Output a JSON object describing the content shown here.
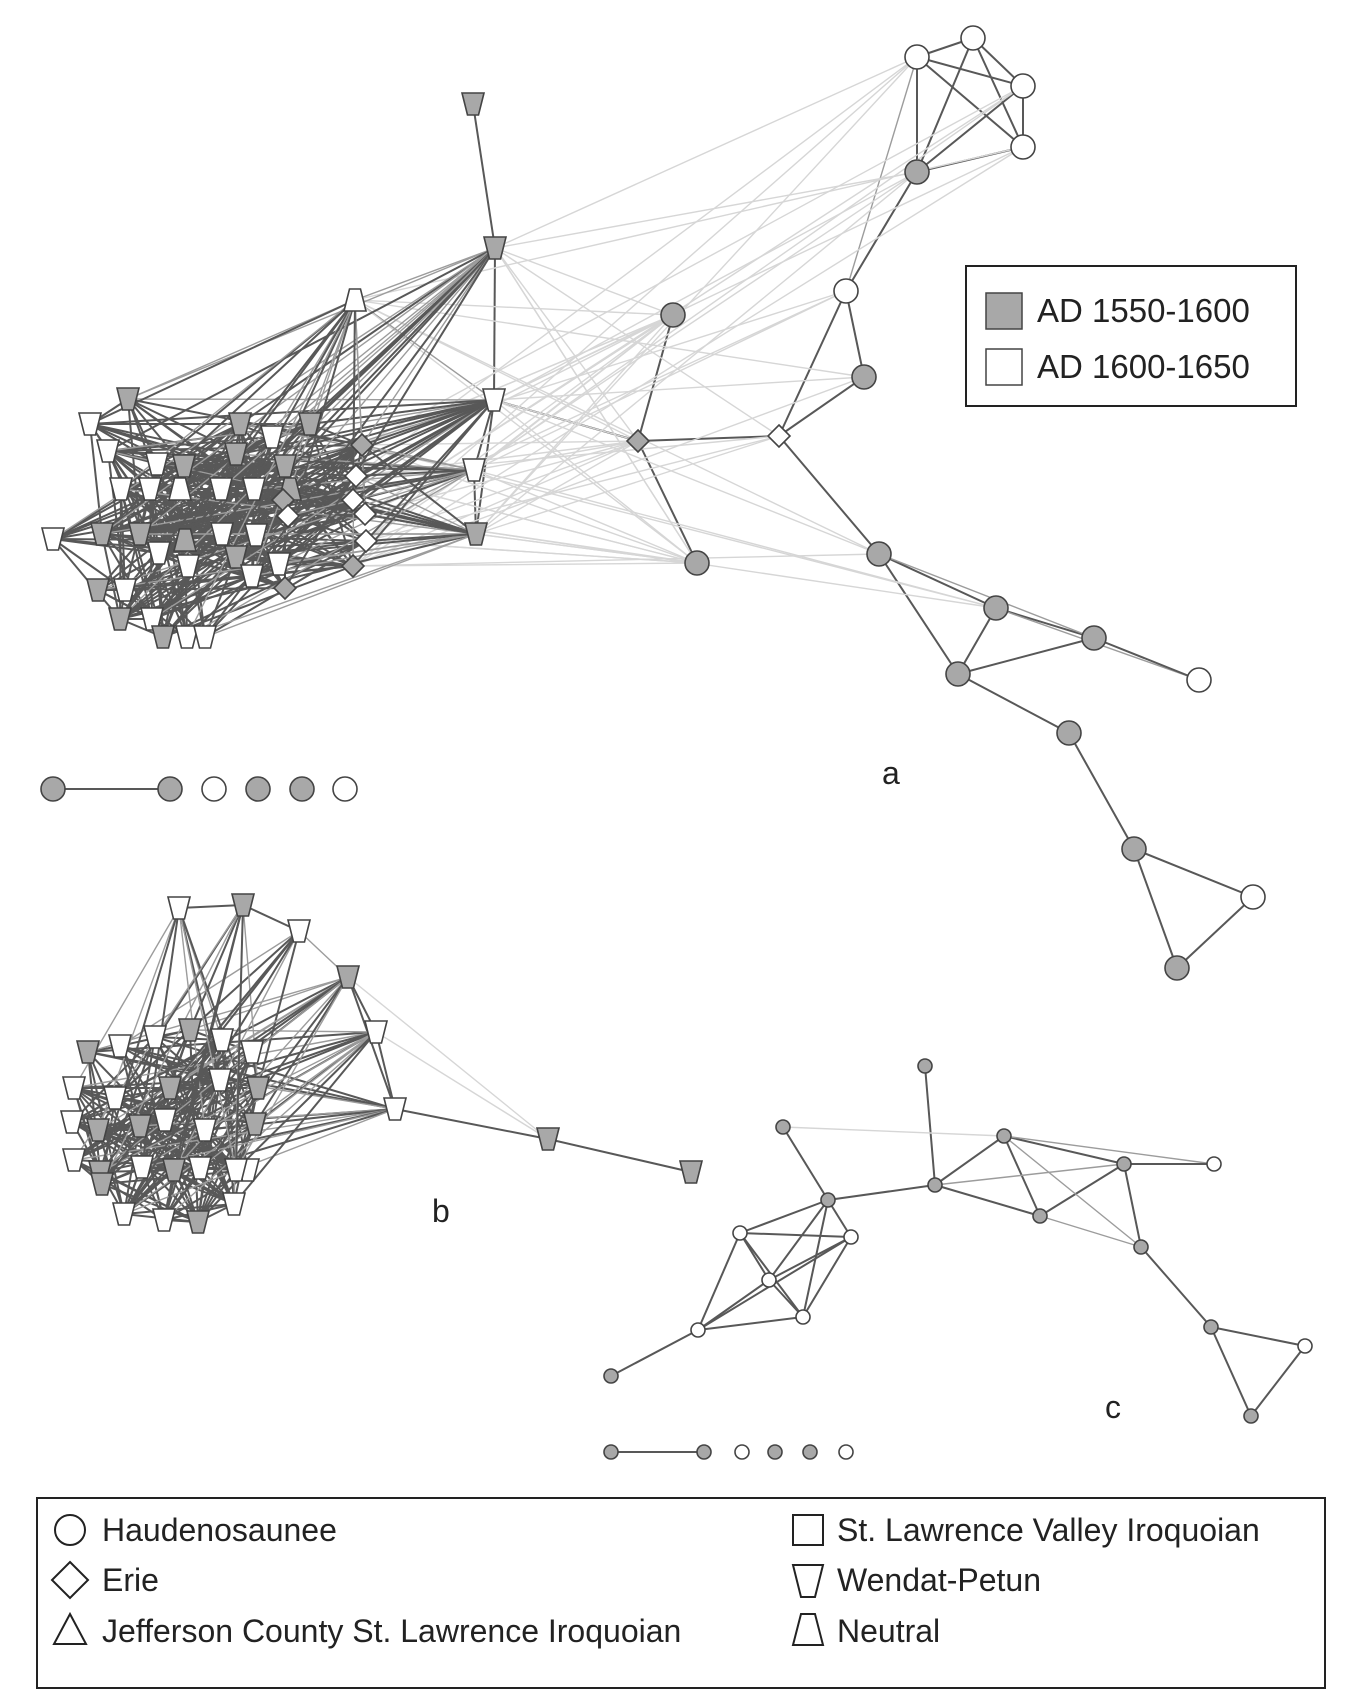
{
  "colors": {
    "early": "#a8a8a8",
    "late": "#ffffff",
    "stroke": "#444444",
    "edge_strong": "#585858",
    "edge_mid": "#9c9c9c",
    "edge_light": "#d6d6d6"
  },
  "panels": {
    "a": {
      "label": "a"
    },
    "b": {
      "label": "b"
    },
    "c": {
      "label": "c"
    }
  },
  "period_legend": {
    "items": [
      {
        "label": "AD 1550-1600",
        "fill": "early"
      },
      {
        "label": "AD 1600-1650",
        "fill": "late"
      }
    ]
  },
  "group_key": {
    "items": [
      {
        "label": "Haudenosaunee",
        "shape": "circle"
      },
      {
        "label": "St. Lawrence Valley Iroquoian",
        "shape": "square"
      },
      {
        "label": "Erie",
        "shape": "diamond"
      },
      {
        "label": "Wendat-Petun",
        "shape": "inverted-trapezoid"
      },
      {
        "label": "Jefferson County St. Lawrence Iroquoian",
        "shape": "triangle"
      },
      {
        "label": "Neutral",
        "shape": "trapezoid"
      }
    ]
  }
}
